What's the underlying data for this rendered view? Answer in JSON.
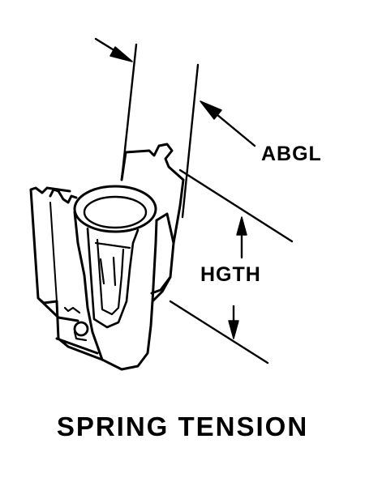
{
  "diagram": {
    "labels": {
      "angle": "ABGL",
      "height": "HGTH"
    },
    "caption": "SPRING TENSION",
    "ink_color": "#000000",
    "paper_color": "#ffffff"
  }
}
